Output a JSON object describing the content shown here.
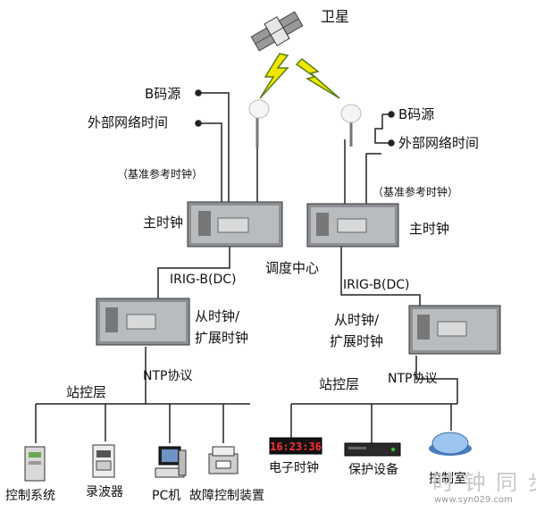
{
  "satellite": {
    "label": "卫星"
  },
  "left_inputs": {
    "b_code": "B码源",
    "external": "外部网络时间",
    "ref_clock": "（基准参考时钟）"
  },
  "right_inputs": {
    "b_code": "B码源",
    "external": "外部网络时间",
    "ref_clock": "（基准参考时钟）"
  },
  "master_left": {
    "label": "主时钟"
  },
  "master_right": {
    "label": "主时钟"
  },
  "dispatch_center": "调度中心",
  "link_left": "IRIG-B(DC)",
  "link_right": "IRIG-B(DC)",
  "slave_left": {
    "line1": "从时钟/",
    "line2": "扩展时钟"
  },
  "slave_right": {
    "line1": "从时钟/",
    "line2": "扩展时钟"
  },
  "ntp_left": "NTP协议",
  "ntp_right": "NTP协议",
  "station_left": "站控层",
  "station_right": "站控层",
  "devices_left": [
    "控制系统",
    "录波器",
    "PC机",
    "故障控制装置"
  ],
  "devices_right": [
    "电子时钟",
    "保护设备",
    "控制室"
  ],
  "clock_display": "16:23:36",
  "watermark": {
    "text": "时 钟 同 步",
    "url": "www.syn029.com"
  },
  "colors": {
    "lightning": "#f2e600",
    "lightning_edge": "#5a7d1a",
    "device_body": "#8c8f93",
    "dome": "#9cc6ef"
  }
}
